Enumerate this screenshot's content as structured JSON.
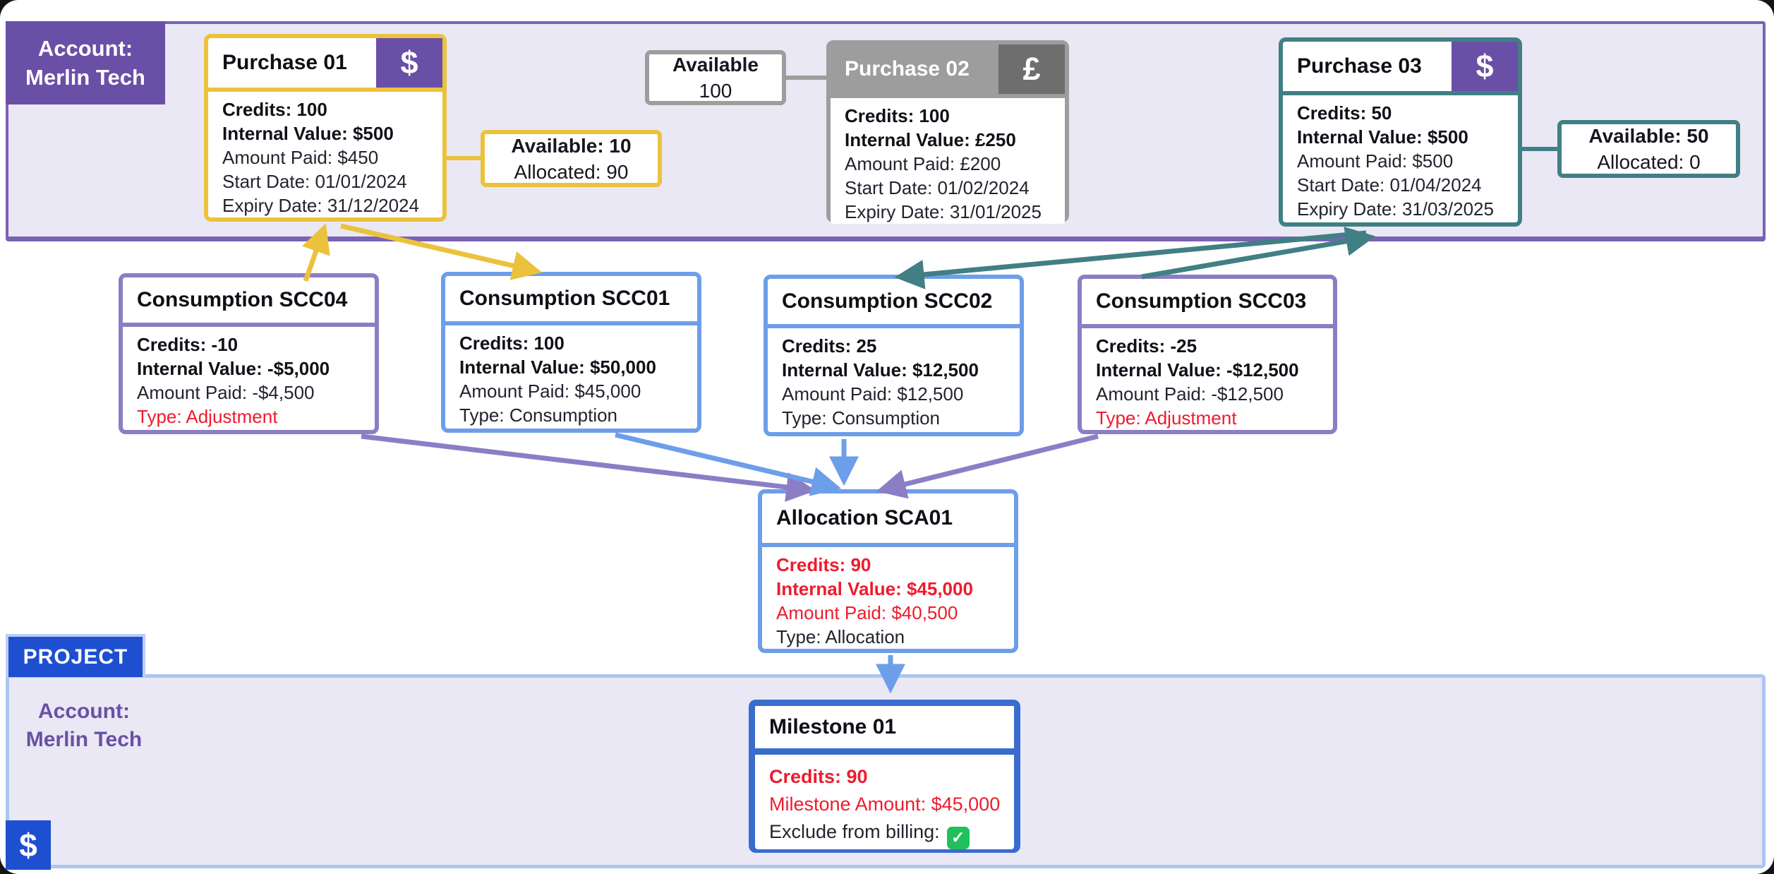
{
  "colors": {
    "account_purple": "#6a4fa6",
    "account_region_border": "#7a62b5",
    "account_region_bg": "#eae8f4",
    "purchase_yellow": "#ecc23d",
    "purchase_gray": "#9d9d9d",
    "currency_dark_gray": "#6e6e6e",
    "purchase_teal": "#417f85",
    "consumption_purple": "#8b7ec5",
    "consumption_blue": "#6d9ee9",
    "milestone_blue": "#3a6ccd",
    "project_blue": "#1d4fd0",
    "project_region_border": "#abc6f0",
    "negative_red": "#ee1b2e",
    "check_green": "#21c05c"
  },
  "account_badge": {
    "line1": "Account:",
    "line2": "Merlin Tech"
  },
  "purchases": {
    "p01": {
      "title": "Purchase 01",
      "currency": "$",
      "fields": [
        "Credits: 100",
        "Internal Value: $500",
        "Amount Paid: $450",
        "Start Date: 01/01/2024",
        "Expiry Date: 31/12/2024"
      ]
    },
    "p02": {
      "title": "Purchase 02",
      "currency": "£",
      "fields": [
        "Credits: 100",
        "Internal Value: £250",
        "Amount Paid: £200",
        "Start Date: 01/02/2024",
        "Expiry Date: 31/01/2025"
      ]
    },
    "p03": {
      "title": "Purchase 03",
      "currency": "$",
      "fields": [
        "Credits: 50",
        "Internal Value: $500",
        "Amount Paid: $500",
        "Start Date: 01/04/2024",
        "Expiry Date: 31/03/2025"
      ]
    }
  },
  "availability": {
    "p02_available": {
      "line1": "Available",
      "line2": "100"
    },
    "p01_available": {
      "line1": "Available: 10",
      "line2": "Allocated: 90"
    },
    "p03_available": {
      "line1": "Available: 50",
      "line2": "Allocated: 0"
    }
  },
  "consumptions": {
    "scc04": {
      "title": "Consumption SCC04",
      "fields": [
        "Credits: -10",
        "Internal Value: -$5,000",
        "Amount Paid: -$4,500",
        "Type: Adjustment"
      ]
    },
    "scc01": {
      "title": "Consumption SCC01",
      "fields": [
        "Credits: 100",
        "Internal Value: $50,000",
        "Amount Paid: $45,000",
        "Type: Consumption"
      ]
    },
    "scc02": {
      "title": "Consumption SCC02",
      "fields": [
        "Credits: 25",
        "Internal Value: $12,500",
        "Amount Paid: $12,500",
        "Type: Consumption"
      ]
    },
    "scc03": {
      "title": "Consumption SCC03",
      "fields": [
        "Credits: -25",
        "Internal Value: -$12,500",
        "Amount Paid: -$12,500",
        "Type: Adjustment"
      ]
    }
  },
  "allocation": {
    "sca01": {
      "title": "Allocation SCA01",
      "fields": [
        "Credits: 90",
        "Internal Value: $45,000",
        "Amount Paid: $40,500",
        "Type: Allocation"
      ]
    }
  },
  "milestone": {
    "m01": {
      "title": "Milestone 01",
      "credits": "Credits: 90",
      "amount": "Milestone Amount: $45,000",
      "exclude_label": "Exclude from billing:",
      "checkmark": "✓"
    }
  },
  "project": {
    "tab_label": "PROJECT",
    "account_line1": "Account:",
    "account_line2": "Merlin Tech",
    "currency": "$"
  }
}
